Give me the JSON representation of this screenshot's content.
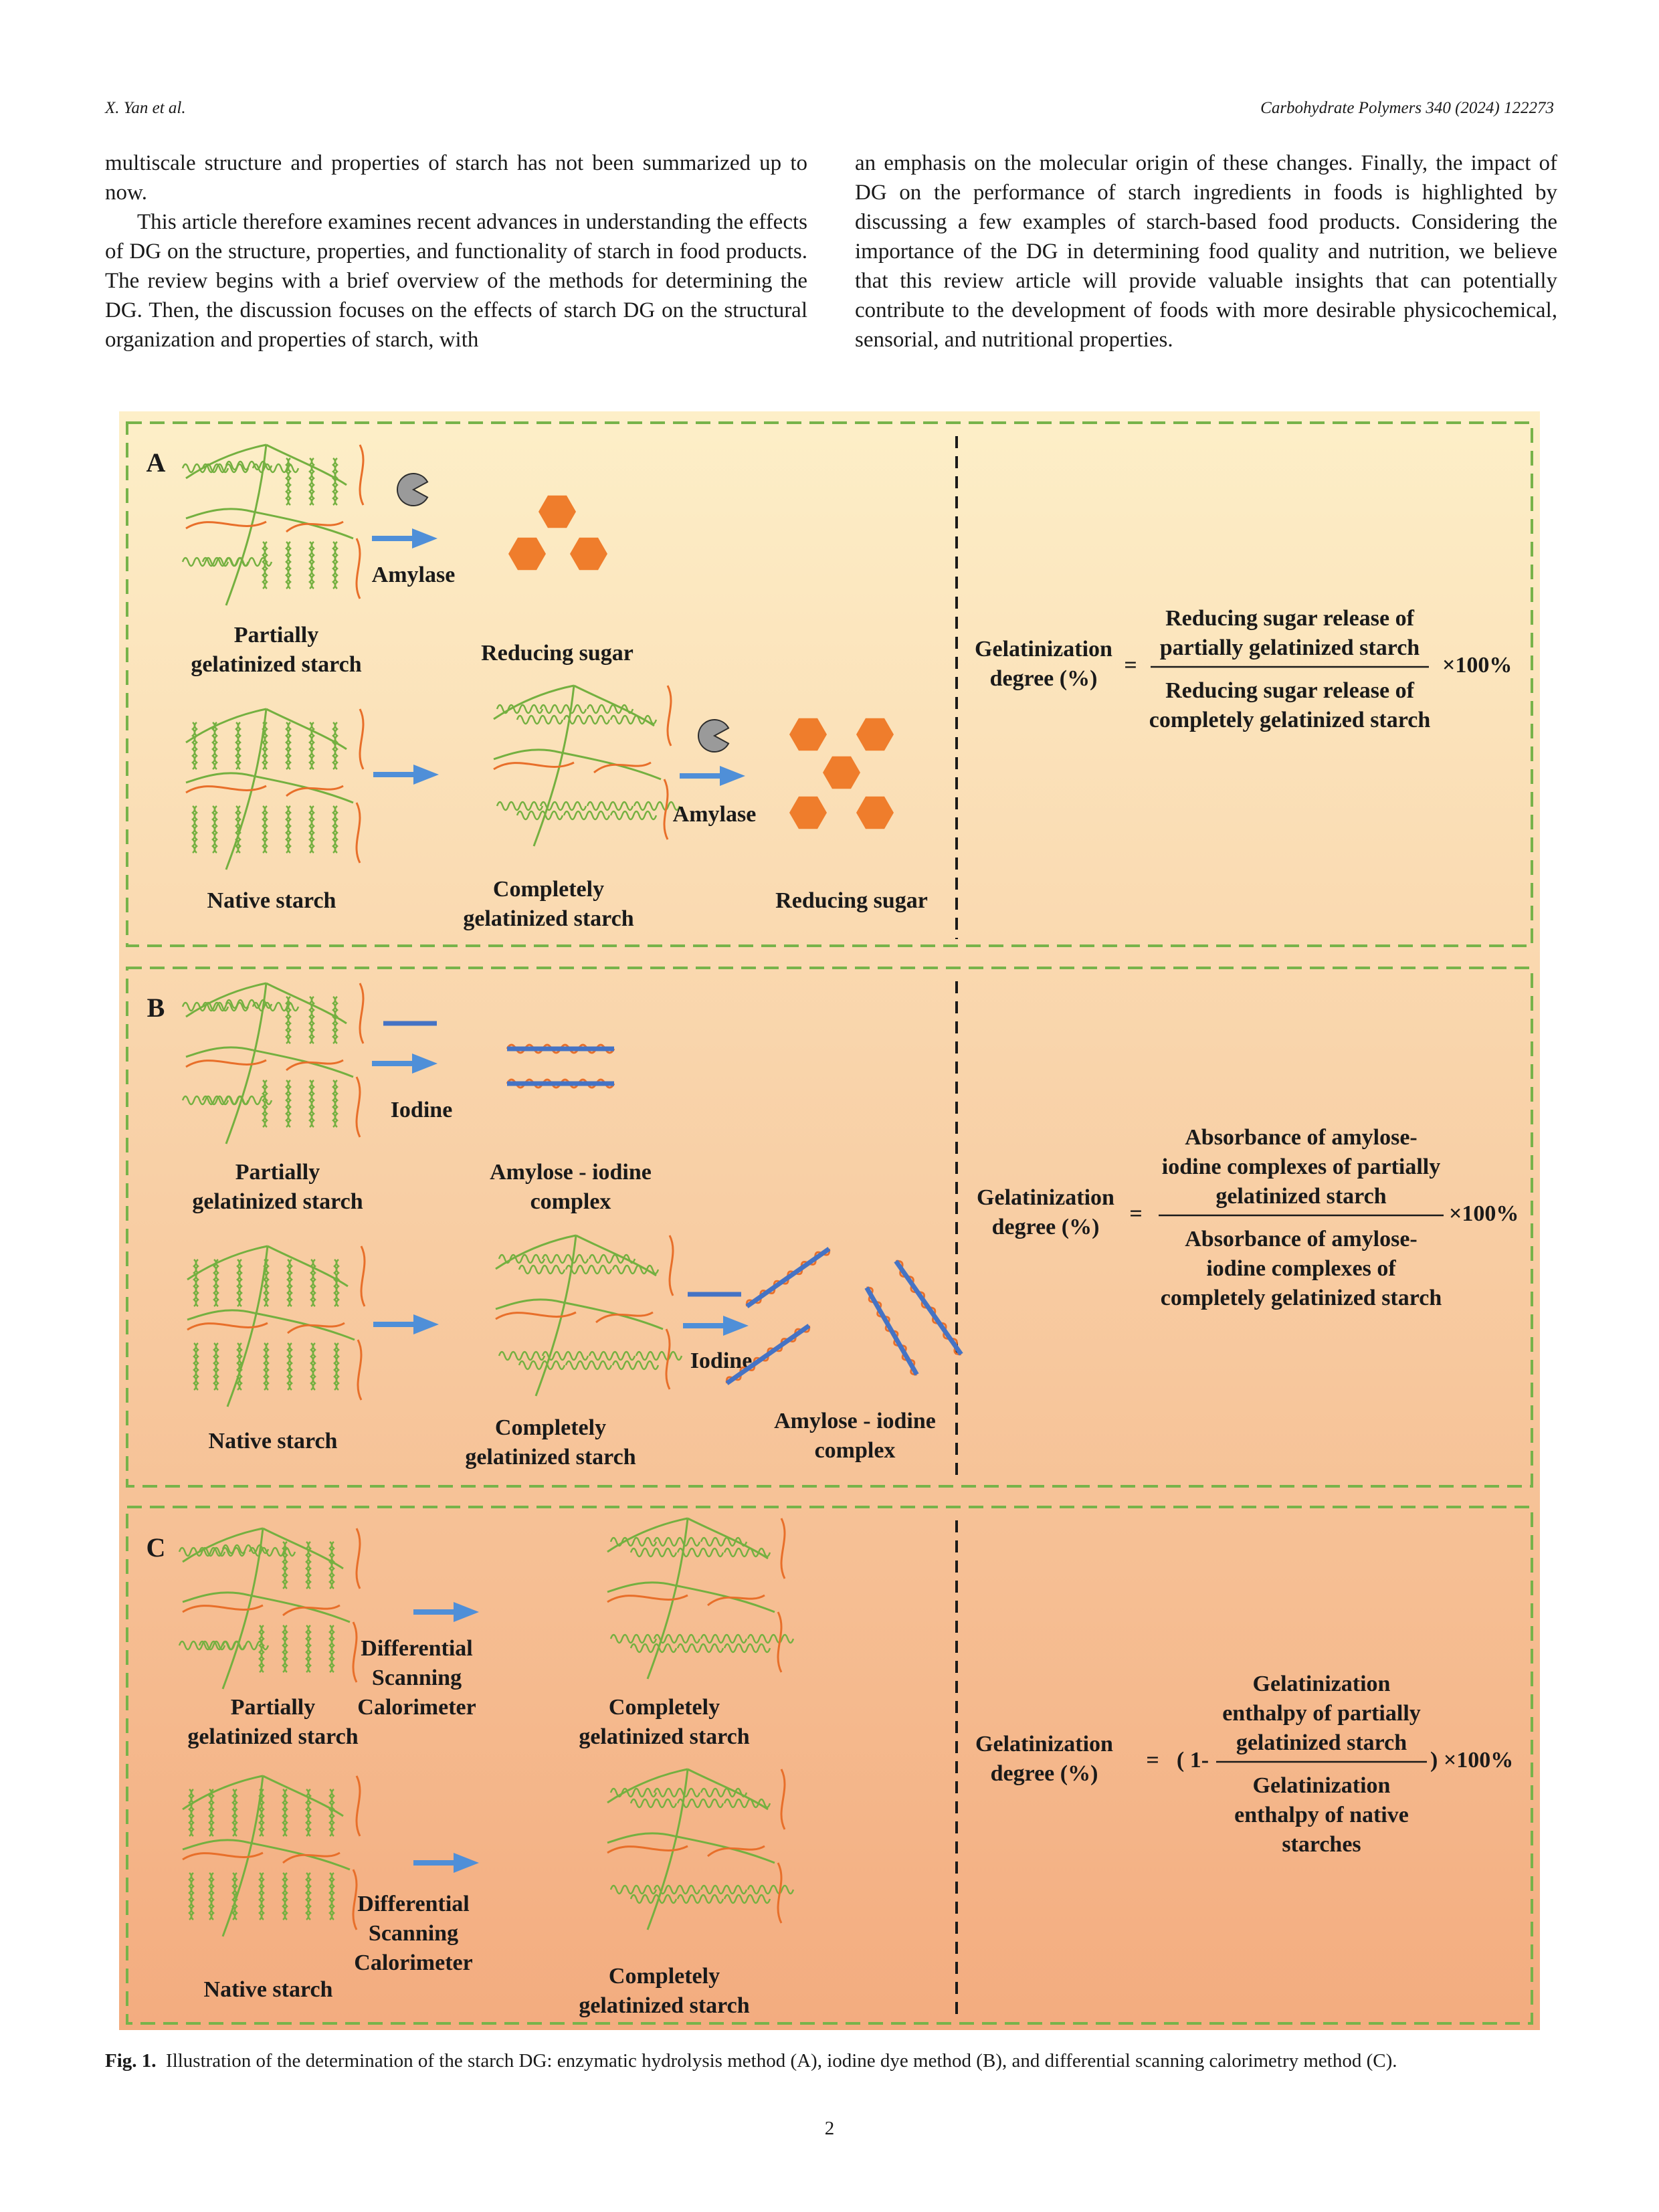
{
  "header": {
    "authors": "X. Yan et al.",
    "journal": "Carbohydrate Polymers 340 (2024) 122273"
  },
  "body": {
    "left_p1": "multiscale structure and properties of starch has not been summarized up to now.",
    "left_p2": "This article therefore examines recent advances in understanding the effects of DG on the structure, properties, and functionality of starch in food products. The review begins with a brief overview of the methods for determining the DG. Then, the discussion focuses on the effects of starch DG on the structural organization and properties of starch, with",
    "right_p1": "an emphasis on the molecular origin of these changes. Finally, the impact of DG on the performance of starch ingredients in foods is highlighted by discussing a few examples of starch-based food products. Considering the importance of the DG in determining food quality and nutrition, we believe that this review article will provide valuable insights that can potentially contribute to the development of foods with more desirable physicochemical, sensorial, and nutritional properties."
  },
  "figure": {
    "colors": {
      "panel_border": "#77b34a",
      "amylopectin": "#74b040",
      "amylose": "#e86f2a",
      "arrow": "#4f8fd8",
      "enzyme": "#9a9a9a",
      "sugar": "#ef7d2c",
      "iodine": "#4573c4",
      "bg_top": "#fdefc8",
      "bg_bottom": "#f3ac7f"
    },
    "panelA": {
      "letter": "A",
      "partial": [
        "Partially",
        "gelatinized starch"
      ],
      "amylase1": "Amylase",
      "sugar1": "Reducing sugar",
      "native": "Native starch",
      "complete": [
        "Completely",
        "gelatinized starch"
      ],
      "amylase2": "Amylase",
      "sugar2": "Reducing sugar",
      "lhs": [
        "Gelatinization",
        "degree (%)"
      ],
      "eq": "=",
      "numerator": [
        "Reducing sugar release of",
        "partially gelatinized starch"
      ],
      "denominator": [
        "Reducing sugar release of",
        "completely gelatinized starch"
      ],
      "times": "×100%"
    },
    "panelB": {
      "letter": "B",
      "partial": [
        "Partially",
        "gelatinized starch"
      ],
      "iodine1": "Iodine",
      "complex1": [
        "Amylose - iodine",
        "complex"
      ],
      "native": "Native starch",
      "complete": [
        "Completely",
        "gelatinized starch"
      ],
      "iodine2": "Iodine",
      "complex2": [
        "Amylose - iodine",
        "complex"
      ],
      "lhs": [
        "Gelatinization",
        "degree (%)"
      ],
      "eq": "=",
      "numerator": [
        "Absorbance of amylose-",
        "iodine complexes of partially",
        "gelatinized starch"
      ],
      "denominator": [
        "Absorbance of amylose-",
        "iodine complexes of",
        "completely gelatinized starch"
      ],
      "times": "×100%"
    },
    "panelC": {
      "letter": "C",
      "partial": [
        "Partially",
        "gelatinized starch"
      ],
      "dsc1": [
        "Differential",
        "Scanning",
        "Calorimeter"
      ],
      "complete1": [
        "Completely",
        "gelatinized starch"
      ],
      "native": "Native starch",
      "dsc2": [
        "Differential",
        "Scanning",
        "Calorimeter"
      ],
      "complete2": [
        "Completely",
        "gelatinized starch"
      ],
      "lhs": [
        "Gelatinization",
        "degree (%)"
      ],
      "eq": "=",
      "open": "( 1-",
      "numerator": [
        "Gelatinization",
        "enthalpy of partially",
        "gelatinized starch"
      ],
      "denominator": [
        "Gelatinization",
        "enthalpy of native",
        "starches"
      ],
      "close": ") ×100%"
    }
  },
  "caption": {
    "label": "Fig. 1.",
    "text": "Illustration of the determination of the starch DG: enzymatic hydrolysis method (A), iodine dye method (B), and differential scanning calorimetry method (C)."
  },
  "page_number": "2"
}
